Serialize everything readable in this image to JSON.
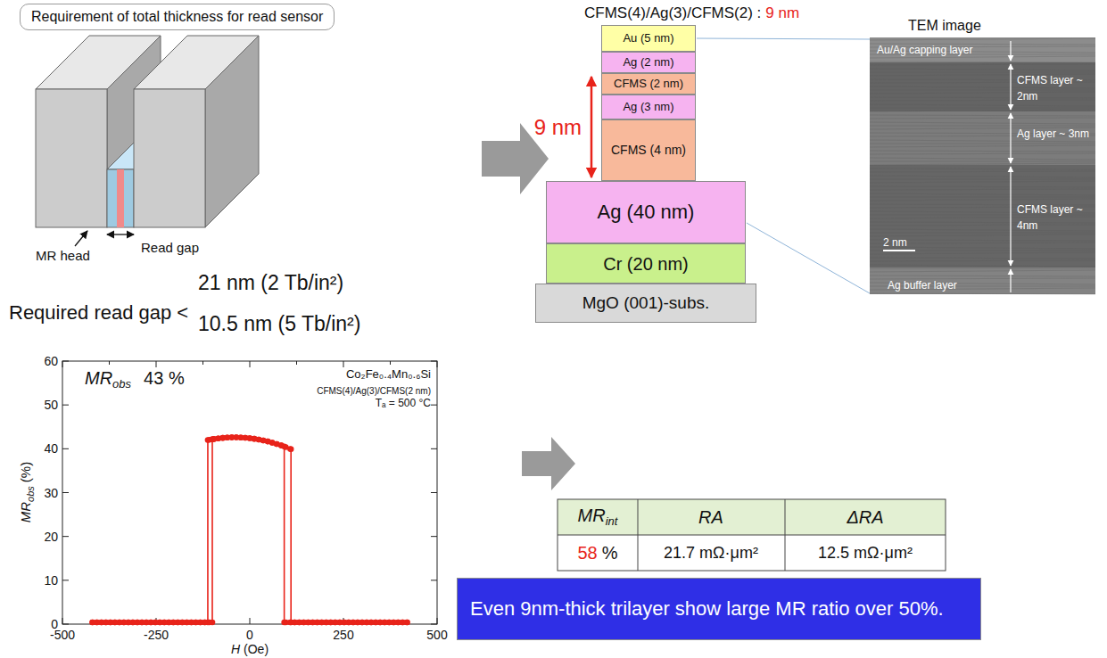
{
  "diagram": {
    "nodes": [
      {
        "text": [
          "Requirement of total thickness for read sensor"
        ]
      },
      {
        "text": [
          "Au (5 nm)"
        ]
      },
      {
        "text": [
          "Ag (2 nm)"
        ]
      },
      {
        "text": [
          "CFMS (2 nm)"
        ]
      },
      {
        "text": [
          "Ag (3 nm)"
        ]
      },
      {
        "text": [
          "CFMS (4 nm)"
        ]
      },
      {
        "text": [
          "Ag (40 nm)"
        ]
      },
      {
        "text": [
          "Cr (20 nm)"
        ]
      },
      {
        "text": [
          "MgO (001)-subs."
        ]
      },
      {
        "text": [
          "Even 9nm-thick trilayer show large MR ratio over 50%."
        ]
      }
    ],
    "labels": [
      "MR head",
      "Read gap",
      "Required read gap <",
      "21 nm (2 Tb/in²)",
      "10.5 nm (5 Tb/in²)",
      "CFMS(4)/Ag(3)/CFMS(2) :",
      "9 nm",
      "9 nm",
      "TEM image",
      "Au/Ag capping layer",
      "CFMS layer ~ 2nm",
      "Ag layer ~ 3nm",
      "CFMS layer ~ 4nm",
      "2 nm",
      "Ag buffer layer",
      "MR",
      "obs",
      "43 %",
      "Co₂Fe₀.₄Mn₀.₆Si",
      "CFMS(4)/Ag(3)/CFMS(2 nm)",
      "Tₐ = 500 °C",
      "MR",
      "obs",
      "(%)",
      "H",
      "(Oe)",
      "0",
      "10",
      "20",
      "30",
      "40",
      "50",
      "60",
      "-500",
      "-250",
      "0",
      "250",
      "500",
      "MR",
      "int",
      "RA",
      "ΔRA",
      "58",
      "%",
      "21.7 mΩ·μm²",
      "12.5 mΩ·μm²"
    ]
  }
}
